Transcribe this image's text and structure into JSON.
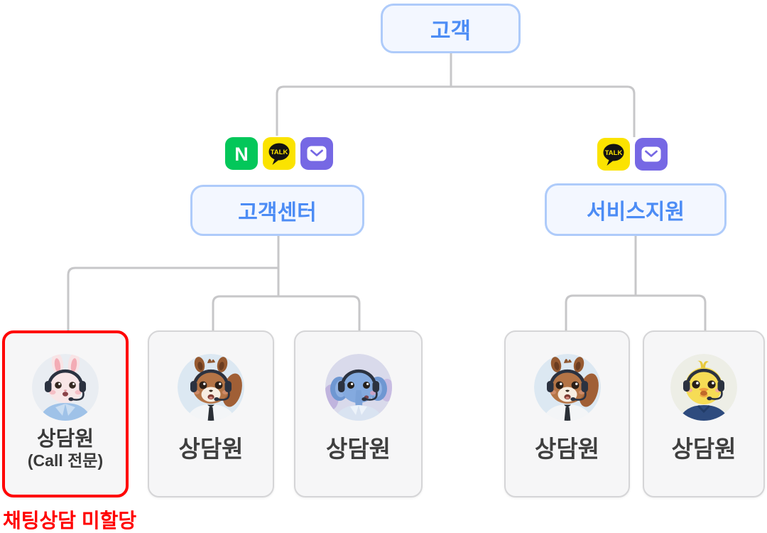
{
  "tree": {
    "root": {
      "label": "고객"
    },
    "branches": [
      {
        "node": {
          "label": "고객센터"
        },
        "channels": [
          "naver-icon",
          "kakaotalk-icon",
          "mail-icon"
        ],
        "agents": [
          {
            "label": "상담원",
            "sublabel": "(Call 전문)",
            "avatar": "rabbit",
            "highlighted": true,
            "note": "채팅상담 미할당"
          },
          {
            "label": "상담원",
            "avatar": "squirrel",
            "highlighted": false
          },
          {
            "label": "상담원",
            "avatar": "elephant",
            "highlighted": false
          }
        ]
      },
      {
        "node": {
          "label": "서비스지원"
        },
        "channels": [
          "kakaotalk-icon",
          "mail-icon"
        ],
        "agents": [
          {
            "label": "상담원",
            "avatar": "squirrel",
            "highlighted": false
          },
          {
            "label": "상담원",
            "avatar": "chick",
            "highlighted": false
          }
        ]
      }
    ]
  },
  "icons": {
    "naver_letter": "N",
    "kakao_label": "TALK"
  },
  "colors": {
    "accent_blue": "#4C8CF5",
    "node_border": "#AECBFA",
    "node_bg": "#F3F7FF",
    "line_gray": "#C7C7C9",
    "card_bg": "#F6F6F7",
    "card_border": "#D5D5D7",
    "highlight_red": "#FF0000",
    "text_dark": "#3F3F3F",
    "naver_green": "#03C75A",
    "kakao_yellow": "#FBE300",
    "mail_purple": "#7668E4"
  }
}
